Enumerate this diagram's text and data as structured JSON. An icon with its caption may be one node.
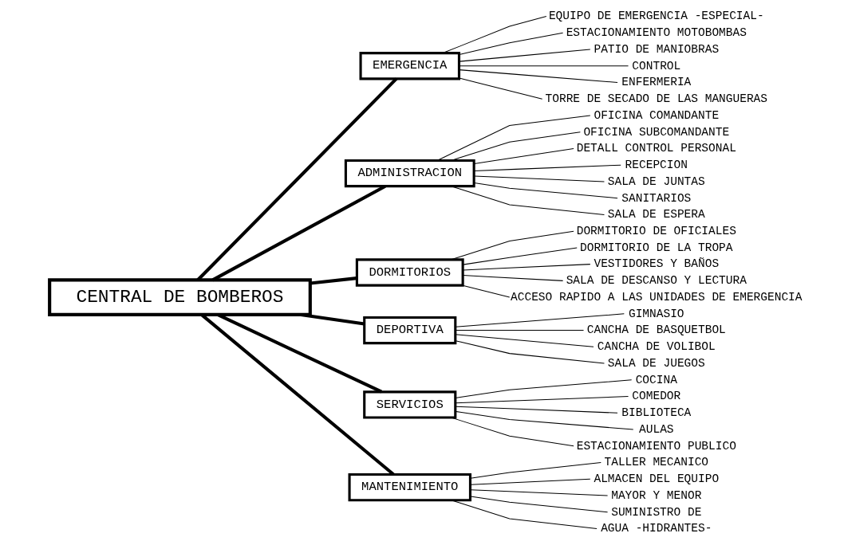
{
  "diagram": {
    "nodes": [
      {
        "text": [
          "CENTRAL DE BOMBEROS"
        ]
      },
      {
        "text": [
          "EMERGENCIA"
        ]
      },
      {
        "text": [
          "ADMINISTRACION"
        ]
      },
      {
        "text": [
          "DORMITORIOS"
        ]
      },
      {
        "text": [
          "DEPORTIVA"
        ]
      },
      {
        "text": [
          "SERVICIOS"
        ]
      },
      {
        "text": [
          "MANTENIMIENTO"
        ]
      },
      {
        "text": [
          "EQUIPO DE EMERGENCIA -ESPECIAL-"
        ]
      },
      {
        "text": [
          "ESTACIONAMIENTO MOTOBOMBAS"
        ]
      },
      {
        "text": [
          "PATIO DE MANIOBRAS"
        ]
      },
      {
        "text": [
          "CONTROL"
        ]
      },
      {
        "text": [
          "ENFERMERIA"
        ]
      },
      {
        "text": [
          "TORRE DE SECADO DE LAS MANGUERAS"
        ]
      },
      {
        "text": [
          "OFICINA COMANDANTE"
        ]
      },
      {
        "text": [
          "OFICINA SUBCOMANDANTE"
        ]
      },
      {
        "text": [
          "DETALL CONTROL PERSONAL"
        ]
      },
      {
        "text": [
          "RECEPCION"
        ]
      },
      {
        "text": [
          "SALA DE JUNTAS"
        ]
      },
      {
        "text": [
          "SANITARIOS"
        ]
      },
      {
        "text": [
          "SALA DE ESPERA"
        ]
      },
      {
        "text": [
          "DORMITORIO DE OFICIALES"
        ]
      },
      {
        "text": [
          "DORMITORIO DE LA TROPA"
        ]
      },
      {
        "text": [
          "VESTIDORES Y BAÑOS"
        ]
      },
      {
        "text": [
          "SALA DE DESCANSO Y LECTURA"
        ]
      },
      {
        "text": [
          "ACCESO RAPIDO A LAS UNIDADES DE EMERGENCIA"
        ]
      },
      {
        "text": [
          "GIMNASIO"
        ]
      },
      {
        "text": [
          "CANCHA DE BASQUETBOL"
        ]
      },
      {
        "text": [
          "CANCHA DE VOLIBOL"
        ]
      },
      {
        "text": [
          "SALA DE JUEGOS"
        ]
      },
      {
        "text": [
          "COCINA"
        ]
      },
      {
        "text": [
          "COMEDOR"
        ]
      },
      {
        "text": [
          "BIBLIOTECA"
        ]
      },
      {
        "text": [
          "AULAS"
        ]
      },
      {
        "text": [
          "ESTACIONAMIENTO PUBLICO"
        ]
      },
      {
        "text": [
          "TALLER MECANICO"
        ]
      },
      {
        "text": [
          "ALMACEN DEL EQUIPO"
        ]
      },
      {
        "text": [
          "MAYOR Y MENOR"
        ]
      },
      {
        "text": [
          "SUMINISTRO DE"
        ]
      },
      {
        "text": [
          "AGUA -HIDRANTES-"
        ]
      }
    ],
    "edges": [
      {
        "from": 0,
        "to": 1,
        "arrow": "none",
        "style": "thick"
      },
      {
        "from": 0,
        "to": 2,
        "arrow": "none",
        "style": "thick"
      },
      {
        "from": 0,
        "to": 3,
        "arrow": "none",
        "style": "thick"
      },
      {
        "from": 0,
        "to": 4,
        "arrow": "none",
        "style": "thick"
      },
      {
        "from": 0,
        "to": 5,
        "arrow": "none",
        "style": "thick"
      },
      {
        "from": 0,
        "to": 6,
        "arrow": "none",
        "style": "thick"
      },
      {
        "from": 1,
        "to": 7,
        "arrow": "none"
      },
      {
        "from": 1,
        "to": 8,
        "arrow": "none"
      },
      {
        "from": 1,
        "to": 9,
        "arrow": "none"
      },
      {
        "from": 1,
        "to": 10,
        "arrow": "none"
      },
      {
        "from": 1,
        "to": 11,
        "arrow": "none"
      },
      {
        "from": 1,
        "to": 12,
        "arrow": "none"
      },
      {
        "from": 2,
        "to": 13,
        "arrow": "none"
      },
      {
        "from": 2,
        "to": 14,
        "arrow": "none"
      },
      {
        "from": 2,
        "to": 15,
        "arrow": "none"
      },
      {
        "from": 2,
        "to": 16,
        "arrow": "none"
      },
      {
        "from": 2,
        "to": 17,
        "arrow": "none"
      },
      {
        "from": 2,
        "to": 18,
        "arrow": "none"
      },
      {
        "from": 2,
        "to": 19,
        "arrow": "none"
      },
      {
        "from": 3,
        "to": 20,
        "arrow": "none"
      },
      {
        "from": 3,
        "to": 21,
        "arrow": "none"
      },
      {
        "from": 3,
        "to": 22,
        "arrow": "none"
      },
      {
        "from": 3,
        "to": 23,
        "arrow": "none"
      },
      {
        "from": 3,
        "to": 24,
        "arrow": "none"
      },
      {
        "from": 4,
        "to": 25,
        "arrow": "none"
      },
      {
        "from": 4,
        "to": 26,
        "arrow": "none"
      },
      {
        "from": 4,
        "to": 27,
        "arrow": "none"
      },
      {
        "from": 4,
        "to": 28,
        "arrow": "none"
      },
      {
        "from": 5,
        "to": 29,
        "arrow": "none"
      },
      {
        "from": 5,
        "to": 30,
        "arrow": "none"
      },
      {
        "from": 5,
        "to": 31,
        "arrow": "none"
      },
      {
        "from": 5,
        "to": 32,
        "arrow": "none"
      },
      {
        "from": 5,
        "to": 33,
        "arrow": "none"
      },
      {
        "from": 6,
        "to": 34,
        "arrow": "none"
      },
      {
        "from": 6,
        "to": 35,
        "arrow": "none"
      },
      {
        "from": 6,
        "to": 36,
        "arrow": "none"
      },
      {
        "from": 6,
        "to": 37,
        "arrow": "none"
      },
      {
        "from": 6,
        "to": 38,
        "arrow": "none"
      }
    ]
  }
}
